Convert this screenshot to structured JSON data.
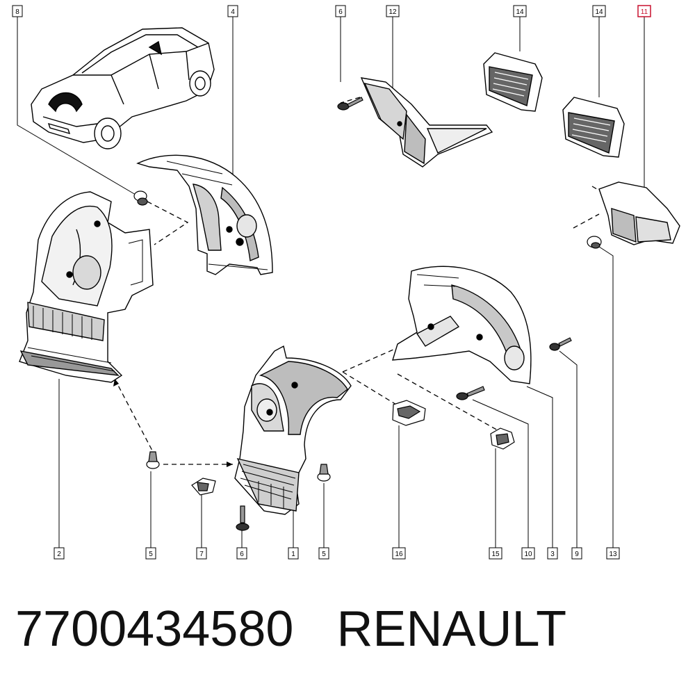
{
  "callouts": [
    "8",
    "4",
    "6",
    "12",
    "14",
    "14",
    "11",
    "2",
    "5",
    "7",
    "6",
    "1",
    "5",
    "16",
    "15",
    "10",
    "3",
    "9",
    "13"
  ],
  "highlight_color": "#c8102e",
  "footer": {
    "part_number": "7700434580",
    "brand": "RENAULT"
  }
}
